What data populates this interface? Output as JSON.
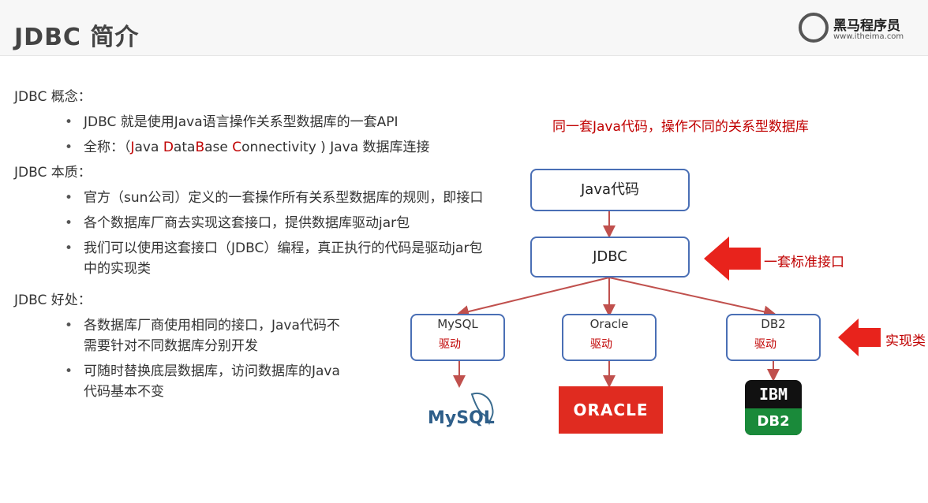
{
  "header": {
    "title": "JDBC 简介",
    "logo_name": "黑马程序员",
    "logo_url": "www.itheima.com"
  },
  "content": {
    "concept_heading": "JDBC 概念：",
    "concept_item1": "JDBC 就是使用Java语言操作关系型数据库的一套API",
    "concept_item2_prefix": "全称：（",
    "concept_item2_j": "J",
    "concept_item2_ava": "ava ",
    "concept_item2_d": "D",
    "concept_item2_ata": "ata",
    "concept_item2_b": "B",
    "concept_item2_ase": "ase ",
    "concept_item2_c": "C",
    "concept_item2_rest": "onnectivity ) Java 数据库连接",
    "essence_heading": "JDBC 本质：",
    "essence_item1": "官方（sun公司）定义的一套操作所有关系型数据库的规则，即接口",
    "essence_item2": "各个数据库厂商去实现这套接口，提供数据库驱动jar包",
    "essence_item3_line1": "我们可以使用这套接口（JDBC）编程，真正执行的代码是驱动jar包",
    "essence_item3_line2": "中的实现类",
    "benefit_heading": "JDBC 好处：",
    "benefit_item1_line1": "各数据库厂商使用相同的接口，Java代码不",
    "benefit_item1_line2": "需要针对不同数据库分别开发",
    "benefit_item2_line1": "可随时替换底层数据库，访问数据库的Java",
    "benefit_item2_line2": "代码基本不变"
  },
  "diagram": {
    "caption": "同一套Java代码，操作不同的关系型数据库",
    "java_box": "Java代码",
    "jdbc_box": "JDBC",
    "interface_label": "一套标准接口",
    "impl_label": "实现类",
    "drivers": [
      {
        "name": "MySQL",
        "driver": "驱动"
      },
      {
        "name": "Oracle",
        "driver": "驱动"
      },
      {
        "name": "DB2",
        "driver": "驱动"
      }
    ],
    "logos": {
      "mysql": "MySQL",
      "oracle": "ORACLE",
      "ibm": "IBM",
      "db2": "DB2"
    },
    "colors": {
      "box_border": "#4a6fb5",
      "arrow": "#c0504d",
      "red_text": "#c00000",
      "oracle_bg": "#e02b20",
      "db2_bg": "#1a8a3a"
    }
  }
}
